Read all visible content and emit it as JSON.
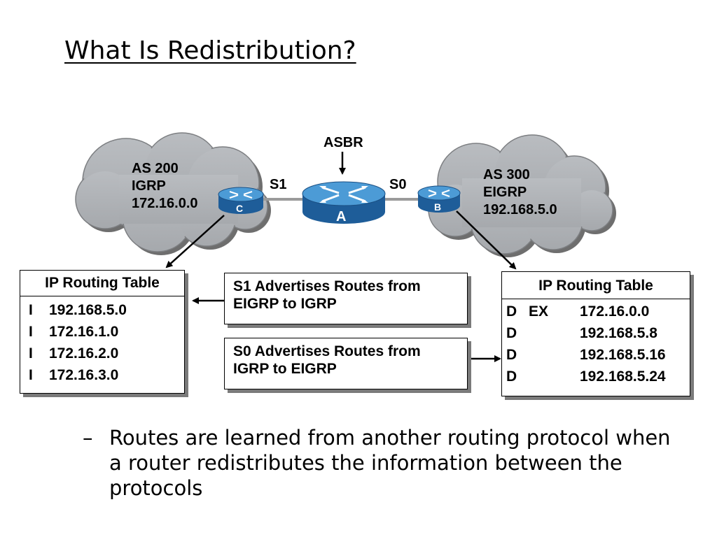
{
  "slide": {
    "title": "What Is Redistribution?",
    "bullet_marker": "–",
    "bullet_text": "Routes are learned from another routing protocol when a router redistributes the information between the protocols"
  },
  "diagram": {
    "asbr_label": "ASBR",
    "left_cloud": {
      "as": "AS 200",
      "protocol": "IGRP",
      "network": "172.16.0.0"
    },
    "right_cloud": {
      "as": "AS 300",
      "protocol": "EIGRP",
      "network": "192.168.5.0"
    },
    "routers": {
      "left": "C",
      "center": "A",
      "right": "B"
    },
    "interfaces": {
      "left": "S1",
      "right": "S0"
    },
    "left_table": {
      "title": "IP Routing Table",
      "rows": [
        {
          "code": "I",
          "route": "192.168.5.0"
        },
        {
          "code": "I",
          "route": "172.16.1.0"
        },
        {
          "code": "I",
          "route": "172.16.2.0"
        },
        {
          "code": "I",
          "route": "172.16.3.0"
        }
      ]
    },
    "right_table": {
      "title": "IP Routing Table",
      "rows": [
        {
          "code": "D",
          "type": "EX",
          "route": "172.16.0.0"
        },
        {
          "code": "D",
          "type": "",
          "route": "192.168.5.8"
        },
        {
          "code": "D",
          "type": "",
          "route": "192.168.5.16"
        },
        {
          "code": "D",
          "type": "",
          "route": "192.168.5.24"
        }
      ]
    },
    "note_s1": "S1 Advertises Routes from EIGRP to IGRP",
    "note_s0": "S0 Advertises Routes from IGRP to EIGRP"
  }
}
